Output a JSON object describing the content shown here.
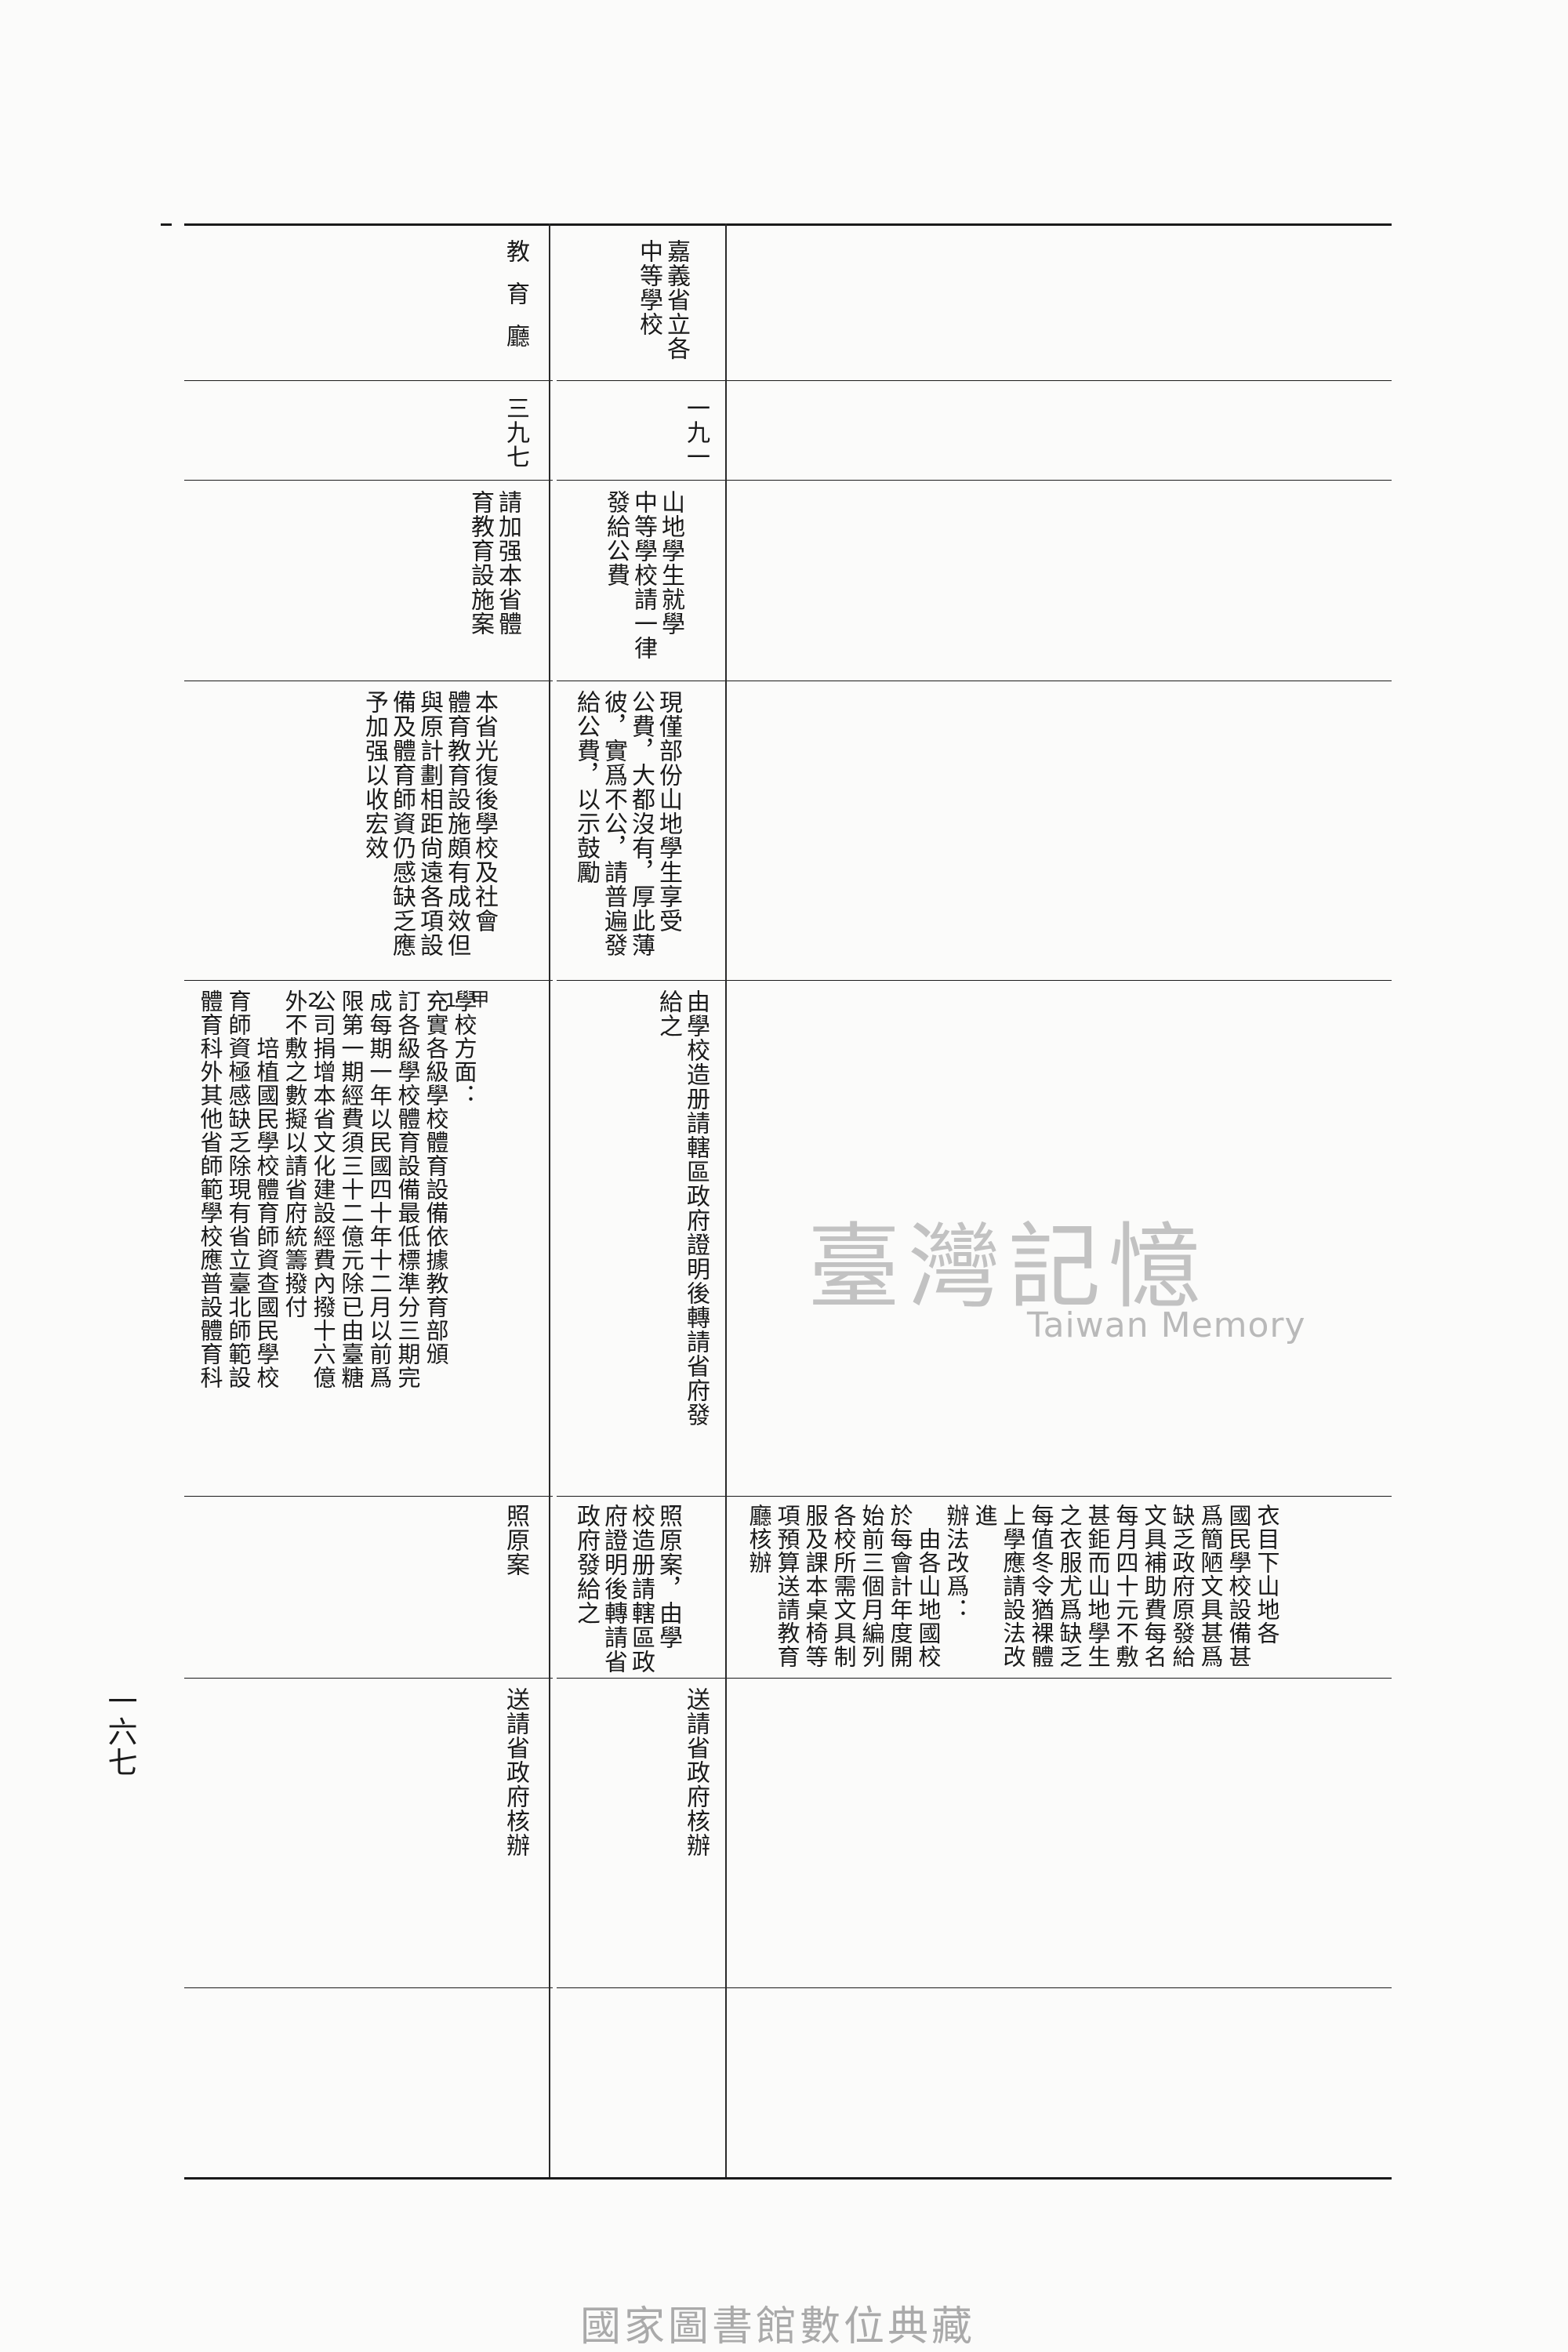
{
  "left_table": {
    "dept": "教育廳",
    "number": "三九七",
    "subject": "請加强本省體\n育教育設施案",
    "reason": "本省光復後學校及社會\n體育教育設施頗有成效但\n與原計劃相距尙遠各項設\n備及體育師資仍感缺乏應\n予加强以收宏效",
    "method": "甲\n1\n\n\n\n\n2",
    "method_detail": "學校方面：\n充實各級學校體育設備依據教育部頒\n訂各級學校體育設備最低標準分三期完\n成每期一年以民國四十年十二月以前爲\n限第一期經費須三十二億元除已由臺糖\n公司捐增本省文化建設經費內撥十六億\n外不敷之數擬以請省府統籌撥付\n　　培植國民學校體育師資查國民學校\n育師資極感缺乏除現有省立臺北師範設\n體育科外其他省師範學校應普設體育科",
    "resolution": "照原案",
    "followup": "送請省政府核辦"
  },
  "right_table": {
    "dept": "嘉義省立各\n中等學校",
    "number": "一九一",
    "subject": "山地學生就學\n中等學校請一律\n發給公費",
    "reason": "現僅部份山地學生享受\n公費，大都沒有，厚此薄\n彼，實爲不公，請普遍發\n給公費，以示鼓勵",
    "method": "由學校造册請轄區政府證明後轉請省府發\n給之",
    "resolution": "照原案，由學\n校造册請轄區政\n府證明後轉請省\n政府發給之",
    "followup": "送請省政府核辦",
    "note": "衣目下山地各\n國民學校設備甚\n爲簡陋文具甚爲\n缺乏政府原發給\n文具補助費每名\n每月四十元不敷\n甚鉅而山地學生\n之衣服尤爲缺乏\n每值冬令猶裸體\n上學應請設法改\n進\n辦法改爲：\n　由各山地國校\n於每會計年度開\n始前三個月編列\n各校所需文具制\n服及課本桌椅等\n項預算送請教育\n廳核辦"
  },
  "page_number": "一六七",
  "watermark": {
    "cjk": "臺灣記憶",
    "en": "Taiwan Memory"
  },
  "footer": "國家圖書館數位典藏"
}
